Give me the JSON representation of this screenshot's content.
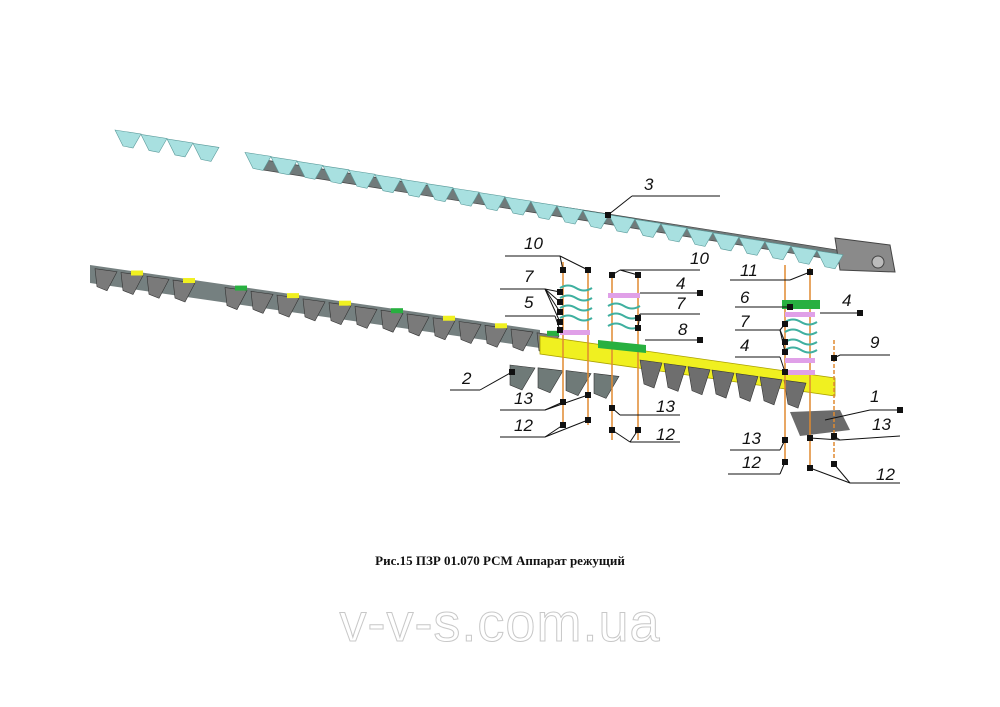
{
  "figure": {
    "caption": "Рис.15 ПЗР 01.070 РСМ Аппарат режущий",
    "watermark": "v-v-s.com.ua",
    "colors": {
      "knife": "#a8e0e0",
      "bar": "#f0f020",
      "guard": "#707070",
      "green": "#28b040",
      "pink": "#e0a0e8",
      "bolt": "#e08a30"
    }
  },
  "callouts": [
    "3",
    "10",
    "7",
    "5",
    "2",
    "13",
    "12",
    "10",
    "4",
    "7",
    "8",
    "13",
    "12",
    "11",
    "6",
    "4",
    "7",
    "4",
    "9",
    "1",
    "13",
    "13",
    "12",
    "12"
  ]
}
